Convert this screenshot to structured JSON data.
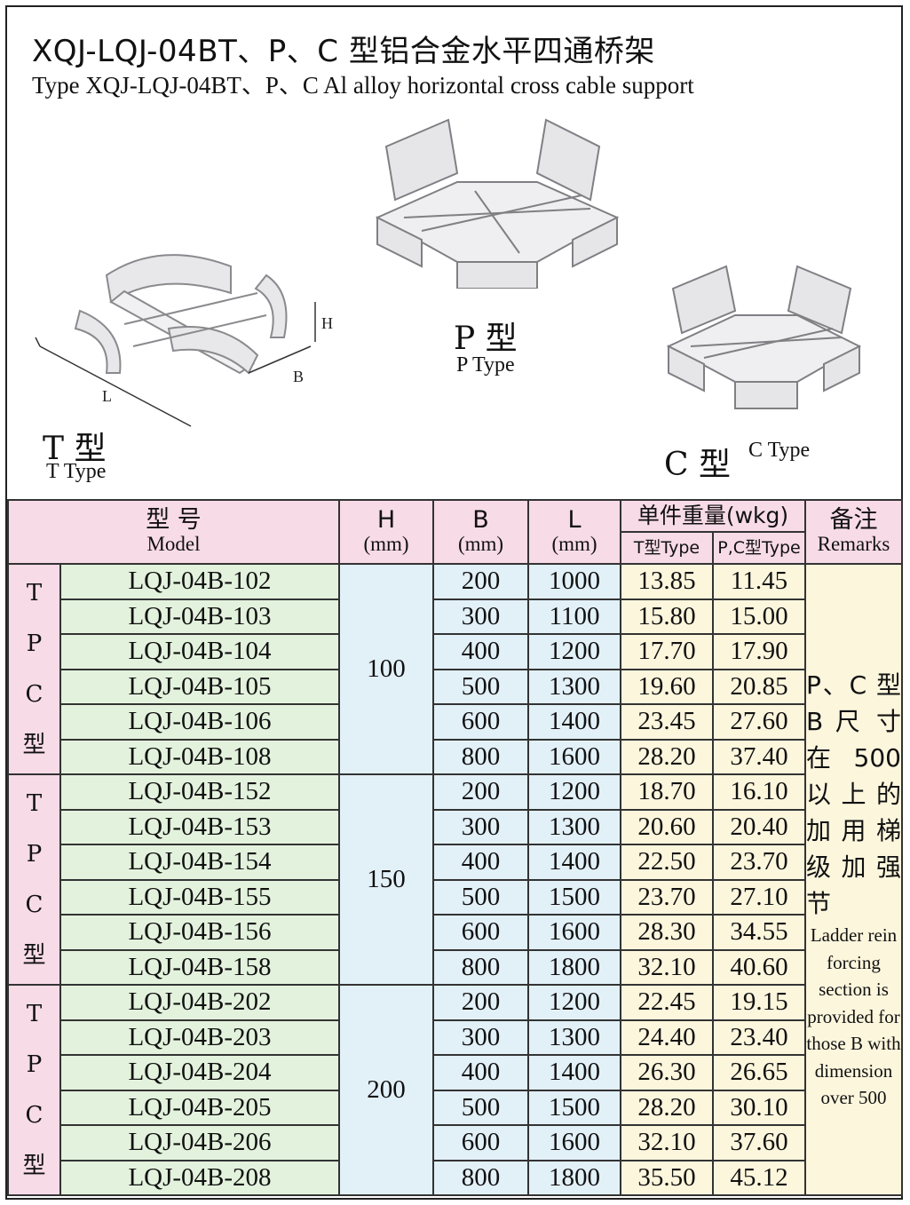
{
  "header": {
    "title_cn": "XQJ-LQJ-04BT、P、C 型铝合金水平四通桥架",
    "title_en": "Type XQJ-LQJ-04BT、P、C  Al alloy horizontal cross cable support"
  },
  "illustrations": {
    "t_type": {
      "label_cn": "T 型",
      "label_en": "T Type",
      "dim_h": "H",
      "dim_b": "B",
      "dim_l": "L"
    },
    "p_type": {
      "label_cn": "P 型",
      "label_en": "P Type"
    },
    "c_type": {
      "label_cn": "C 型",
      "label_en": "C Type"
    }
  },
  "table": {
    "headers": {
      "model_cn": "型 号",
      "model_en": "Model",
      "h": "H",
      "h_unit": "(mm)",
      "b": "B",
      "b_unit": "(mm)",
      "l": "L",
      "l_unit": "(mm)",
      "weight": "单件重量(wkg)",
      "weight_t": "T型Type",
      "weight_pc": "P,C型Type",
      "remarks_cn": "备注",
      "remarks_en": "Remarks"
    },
    "groups": [
      {
        "series": [
          "T",
          "P",
          "C",
          "型"
        ],
        "h": "100",
        "rows": [
          {
            "model": "LQJ-04B-102",
            "b": "200",
            "l": "1000",
            "t": "13.85",
            "pc": "11.45"
          },
          {
            "model": "LQJ-04B-103",
            "b": "300",
            "l": "1100",
            "t": "15.80",
            "pc": "15.00"
          },
          {
            "model": "LQJ-04B-104",
            "b": "400",
            "l": "1200",
            "t": "17.70",
            "pc": "17.90"
          },
          {
            "model": "LQJ-04B-105",
            "b": "500",
            "l": "1300",
            "t": "19.60",
            "pc": "20.85"
          },
          {
            "model": "LQJ-04B-106",
            "b": "600",
            "l": "1400",
            "t": "23.45",
            "pc": "27.60"
          },
          {
            "model": "LQJ-04B-108",
            "b": "800",
            "l": "1600",
            "t": "28.20",
            "pc": "37.40"
          }
        ]
      },
      {
        "series": [
          "T",
          "P",
          "C",
          "型"
        ],
        "h": "150",
        "rows": [
          {
            "model": "LQJ-04B-152",
            "b": "200",
            "l": "1200",
            "t": "18.70",
            "pc": "16.10"
          },
          {
            "model": "LQJ-04B-153",
            "b": "300",
            "l": "1300",
            "t": "20.60",
            "pc": "20.40"
          },
          {
            "model": "LQJ-04B-154",
            "b": "400",
            "l": "1400",
            "t": "22.50",
            "pc": "23.70"
          },
          {
            "model": "LQJ-04B-155",
            "b": "500",
            "l": "1500",
            "t": "23.70",
            "pc": "27.10"
          },
          {
            "model": "LQJ-04B-156",
            "b": "600",
            "l": "1600",
            "t": "28.30",
            "pc": "34.55"
          },
          {
            "model": "LQJ-04B-158",
            "b": "800",
            "l": "1800",
            "t": "32.10",
            "pc": "40.60"
          }
        ]
      },
      {
        "series": [
          "T",
          "P",
          "C",
          "型"
        ],
        "h": "200",
        "rows": [
          {
            "model": "LQJ-04B-202",
            "b": "200",
            "l": "1200",
            "t": "22.45",
            "pc": "19.15"
          },
          {
            "model": "LQJ-04B-203",
            "b": "300",
            "l": "1300",
            "t": "24.40",
            "pc": "23.40"
          },
          {
            "model": "LQJ-04B-204",
            "b": "400",
            "l": "1400",
            "t": "26.30",
            "pc": "26.65"
          },
          {
            "model": "LQJ-04B-205",
            "b": "500",
            "l": "1500",
            "t": "28.20",
            "pc": "30.10"
          },
          {
            "model": "LQJ-04B-206",
            "b": "600",
            "l": "1600",
            "t": "32.10",
            "pc": "37.60"
          },
          {
            "model": "LQJ-04B-208",
            "b": "800",
            "l": "1800",
            "t": "35.50",
            "pc": "45.12"
          }
        ]
      }
    ],
    "remarks": {
      "cn": "P、C 型 B 尺 寸 在500 以 上 的 加 用 梯 级 加 强 节",
      "en": "Ladder rein forcing section is provided for those B with dimension over 500"
    }
  }
}
